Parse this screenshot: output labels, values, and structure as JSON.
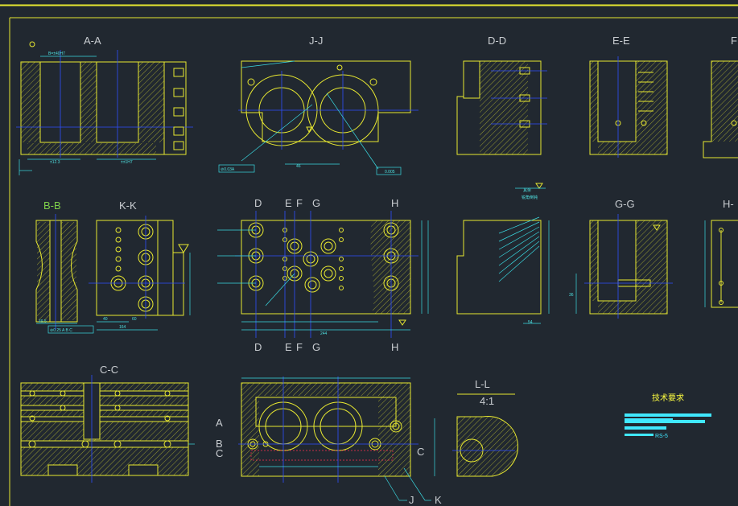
{
  "views": {
    "aa": "A-A",
    "jj": "J-J",
    "dd": "D-D",
    "ee": "E-E",
    "ff": "F",
    "bb": "B-B",
    "kk": "K-K",
    "gg": "G-G",
    "hh": "H-",
    "cc": "C-C",
    "ll": "L-L",
    "ll_scale": "4:1"
  },
  "section_markers": {
    "top": [
      "D",
      "E",
      "F",
      "G",
      "H"
    ],
    "bottom": [
      "D",
      "E",
      "F",
      "G",
      "H"
    ],
    "left": [
      "A",
      "B",
      "C"
    ],
    "right_c": "C",
    "j": "J",
    "k": "K"
  },
  "notes": {
    "title": "技术要求",
    "line_end": "RS-5",
    "surface_note_1": "其余",
    "surface_note_2": "锐角倒钝"
  },
  "dims": {
    "aa_top": "B=±40H7",
    "aa_bottom_1": "±12.3",
    "aa_bottom_2": "±±1H7",
    "jj_tol_1": "⊘0.03A",
    "jj_tol_2": "0.005",
    "jj_dim": "46",
    "kk_tol": "⊘0.25 A B C",
    "kk_dim_1": "164",
    "kk_dim_2": "40",
    "kk_dim_3": "60",
    "bb_dim": "49.5",
    "gg_dim": "36",
    "main_dim": "244",
    "dd_dim": "54"
  },
  "colors": {
    "background": "#212830",
    "part": "#e8e830",
    "dimension": "#3ad8e0",
    "center": "#2f4fff",
    "hidden": "#ff3050"
  }
}
